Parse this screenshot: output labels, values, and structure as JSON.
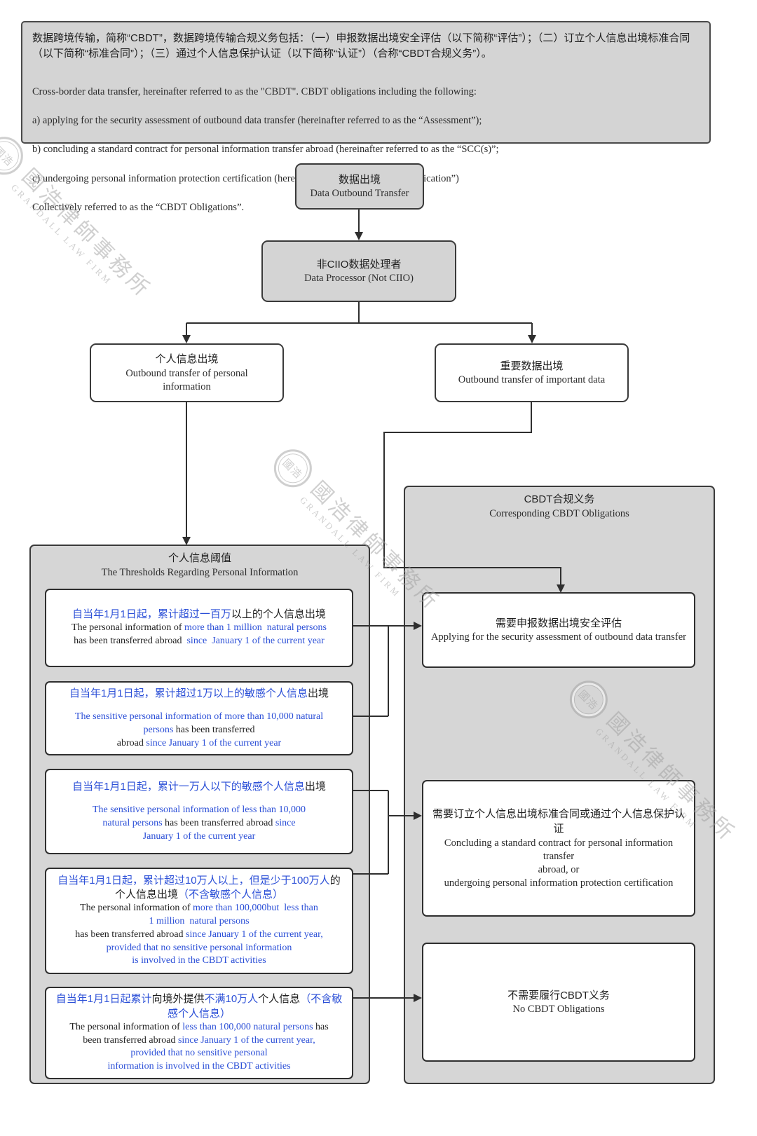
{
  "colors": {
    "blue": "#2b4fd7",
    "black": "#1f1f1f",
    "border": "#3a3a3a",
    "panel_fill": "#d6d6d6",
    "box_fill": "#ffffff"
  },
  "watermark": {
    "zh": "國浩律師事務所",
    "en": "GRANDALL LAW FIRM",
    "seal": "國浩"
  },
  "header": {
    "zh": "数据跨境传输，简称“CBDT”，数据跨境传输合规义务包括：（一）申报数据出境安全评估（以下简称“评估”）；（二）订立个人信息出境标准合同（以下简称“标准合同”）；（三）通过个人信息保护认证（以下简称“认证”）（合称“CBDT合规义务”）。",
    "en_lines": [
      "Cross-border data transfer, hereinafter referred to as the \"CBDT\". CBDT obligations including the following:",
      "a) applying for the security assessment of outbound data transfer (hereinafter referred to as the “Assessment”);",
      "b) concluding a standard contract for personal information transfer abroad (hereinafter referred to as the “SCC(s)”;",
      "c) undergoing personal information protection certification (hereinafter referred to as the “Certification”)",
      "Collectively referred to as the “CBDT Obligations”."
    ]
  },
  "flow": {
    "data_outbound": {
      "zh": "数据出境",
      "en": "Data Outbound Transfer"
    },
    "processor": {
      "zh": "非CIIO数据处理者",
      "en": "Data Processor (Not CIIO)"
    },
    "personal": {
      "zh": "个人信息出境",
      "en": "Outbound transfer of personal\ninformation"
    },
    "important": {
      "zh": "重要数据出境",
      "en": "Outbound transfer of important data"
    }
  },
  "left_panel": {
    "title_zh": "个人信息阈值",
    "title_en": "The Thresholds Regarding Personal Information",
    "thresholds": [
      {
        "zh": [
          {
            "t": "自当年1月1日起，累计超过一百万",
            "c": "blue"
          },
          {
            "t": "以上的个人信息出境",
            "c": "black"
          }
        ],
        "en": [
          {
            "t": "The personal information of ",
            "c": "black"
          },
          {
            "t": "more than 1 million  natural persons",
            "c": "blue"
          },
          {
            "t": "\nhas been transferred abroad ",
            "c": "black"
          },
          {
            "t": " since  January 1 of the current year",
            "c": "blue"
          }
        ]
      },
      {
        "zh": [
          {
            "t": "自当年1月1日起，累计超过1万以上的敏感个人信息",
            "c": "blue"
          },
          {
            "t": "出境",
            "c": "black"
          }
        ],
        "en": [
          {
            "t": "The sensitive personal information of more than 10,000 natural\npersons",
            "c": "blue"
          },
          {
            "t": " has been transferred\nabroad ",
            "c": "black"
          },
          {
            "t": "since January 1 of the current year",
            "c": "blue"
          }
        ]
      },
      {
        "zh": [
          {
            "t": "自当年1月1日起，累计一万人以下的敏感个人信息",
            "c": "blue"
          },
          {
            "t": "出境",
            "c": "black"
          }
        ],
        "en": [
          {
            "t": "The sensitive personal information of less than 10,000\nnatural persons",
            "c": "blue"
          },
          {
            "t": " has been transferred abroad ",
            "c": "black"
          },
          {
            "t": "since\nJanuary 1 of the current year",
            "c": "blue"
          }
        ]
      },
      {
        "zh": [
          {
            "t": "自当年1月1日起，累计超过10万人以上，但是少于100万人",
            "c": "blue"
          },
          {
            "t": "的\n个人信息出境",
            "c": "black"
          },
          {
            "t": "（不含敏感个人信息）",
            "c": "blue"
          }
        ],
        "en": [
          {
            "t": "The personal information of ",
            "c": "black"
          },
          {
            "t": "more than 100,000but  less than\n1 million  natural persons",
            "c": "blue"
          },
          {
            "t": "\nhas been transferred abroad ",
            "c": "black"
          },
          {
            "t": "since January 1 of the current year,\nprovided that no sensitive personal information\nis involved in the CBDT activities",
            "c": "blue"
          }
        ]
      },
      {
        "zh": [
          {
            "t": "自当年1月1日起累计",
            "c": "blue"
          },
          {
            "t": "向境外提供",
            "c": "black"
          },
          {
            "t": "不满10万人",
            "c": "blue"
          },
          {
            "t": "个人信息",
            "c": "black"
          },
          {
            "t": "（不含敏\n感个人信息）",
            "c": "blue"
          }
        ],
        "en": [
          {
            "t": "The personal information of ",
            "c": "black"
          },
          {
            "t": "less than 100,000 natural persons",
            "c": "blue"
          },
          {
            "t": " has\nbeen transferred abroad ",
            "c": "black"
          },
          {
            "t": "since January 1 of the current year,\nprovided that no sensitive personal\ninformation is involved in the CBDT activities",
            "c": "blue"
          }
        ]
      }
    ]
  },
  "right_panel": {
    "title_zh": "CBDT合规义务",
    "title_en": "Corresponding CBDT Obligations",
    "obligations": {
      "assessment": {
        "zh": "需要申报数据出境安全评估",
        "en": "Applying for the security assessment of outbound data transfer"
      },
      "scc": {
        "zh": "需要订立个人信息出境标准合同或通过个人信息保护认证",
        "en": "Concluding a standard contract for personal information transfer\nabroad, or\nundergoing personal information protection certification"
      },
      "none": {
        "zh": "不需要履行CBDT义务",
        "en": "No CBDT Obligations"
      }
    }
  }
}
